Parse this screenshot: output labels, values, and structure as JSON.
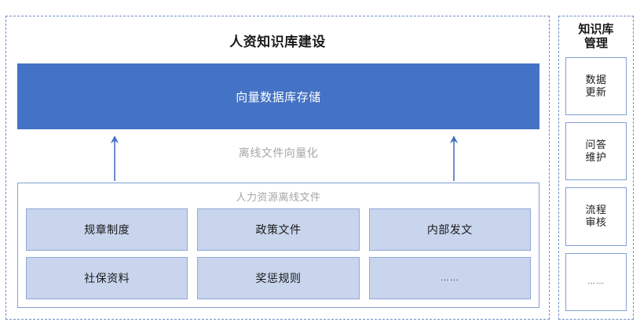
{
  "diagram": {
    "title": "人资知识库建设",
    "storage_layer": {
      "label": "向量数据库存储",
      "color": "#4472C4"
    },
    "flow": {
      "label": "离线文件向量化",
      "arrow_icon_left": "arrow-up-icon",
      "arrow_icon_right": "arrow-up-icon",
      "arrow_color": "#4472C4",
      "direction": "up"
    },
    "source_layer": {
      "title": "人力资源离线文件",
      "cell_color": "#C8D5ED",
      "cells": [
        {
          "label": "规章制度"
        },
        {
          "label": "政策文件"
        },
        {
          "label": "内部发文"
        },
        {
          "label": "社保资料"
        },
        {
          "label": "奖惩规则"
        },
        {
          "label": "……"
        }
      ]
    }
  },
  "management_panel": {
    "title": "知识库\n管理",
    "items": [
      {
        "label": "数据\n更新"
      },
      {
        "label": "问答\n维护"
      },
      {
        "label": "流程\n审核"
      },
      {
        "label": "……"
      }
    ]
  }
}
